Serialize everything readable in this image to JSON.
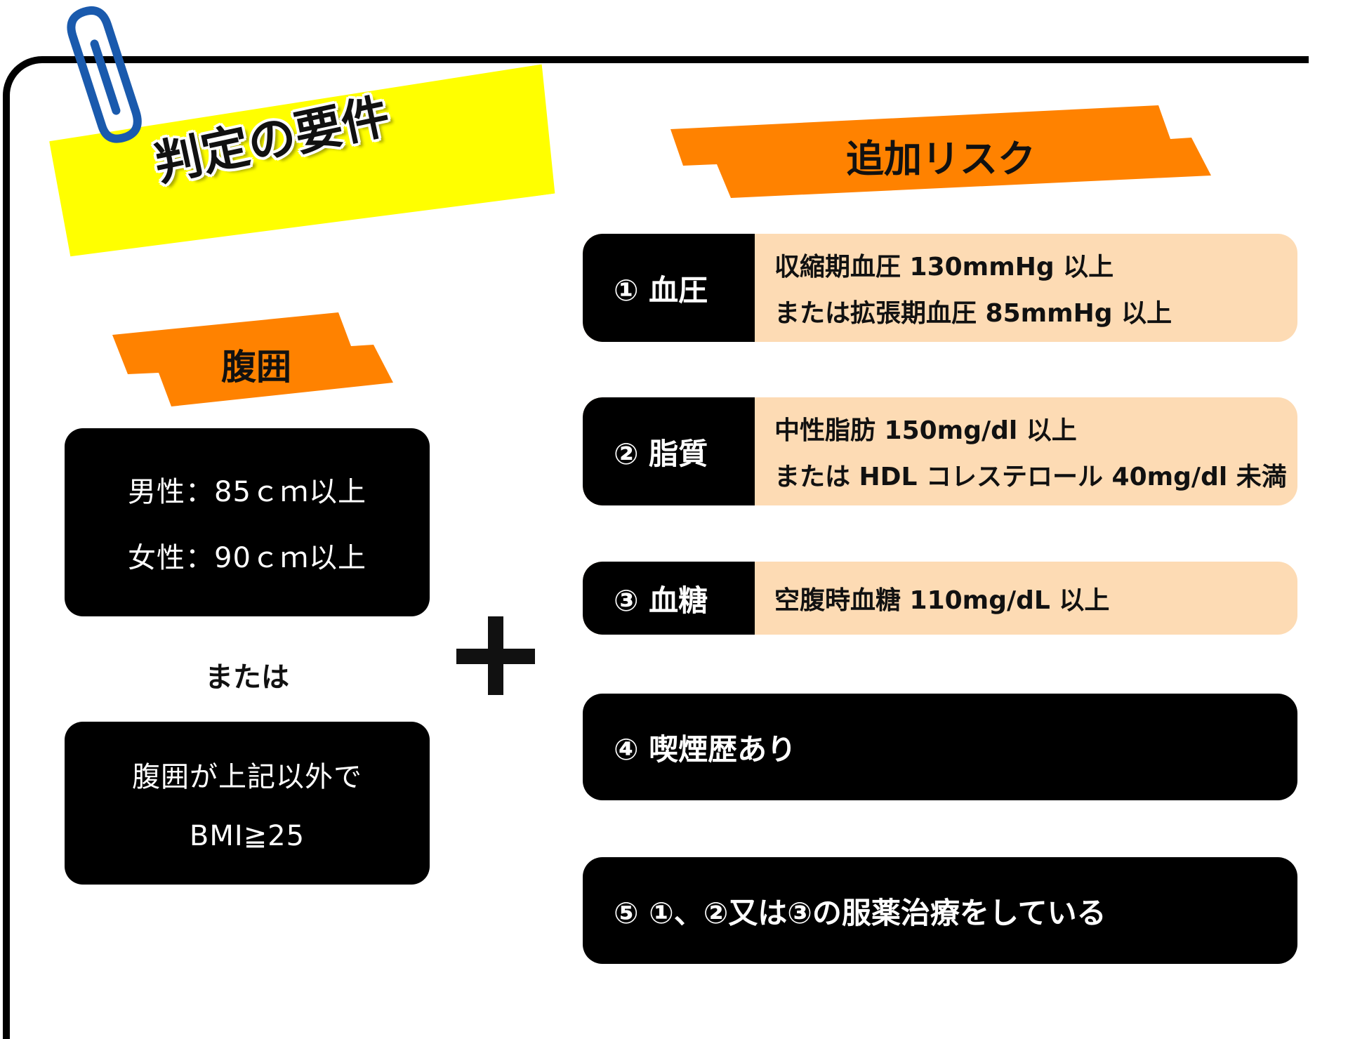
{
  "title": "判定の要件",
  "waist": {
    "heading": "腹囲",
    "criteria": [
      "男性：85ｃｍ以上",
      "女性：90ｃｍ以上"
    ],
    "or_label": "または",
    "alternative": [
      "腹囲が上記以外で",
      "BMI≧25"
    ]
  },
  "risks": {
    "heading": "追加リスク",
    "items": [
      {
        "label": "① 血圧",
        "lines": [
          "収縮期血圧 130mmHg 以上",
          "または拡張期血圧 85mmHg 以上"
        ]
      },
      {
        "label": "② 脂質",
        "lines": [
          "中性脂肪 150mg/dl 以上",
          "または HDL コレステロール 40mg/dl 未満"
        ]
      },
      {
        "label": "③ 血糖",
        "lines": [
          "空腹時血糖 110mg/dL 以上"
        ]
      }
    ],
    "full_items": [
      "④ 喫煙歴あり",
      "⑤ ①、②又は③の服薬治療をしている"
    ]
  },
  "colors": {
    "tape_yellow": "#ffff00",
    "ribbon_orange": "#ff8200",
    "risk_bg": "#fddbb4",
    "clip_blue": "#1a5aad"
  },
  "icons": {
    "clip": "paperclip-icon",
    "plus": "plus-icon"
  }
}
